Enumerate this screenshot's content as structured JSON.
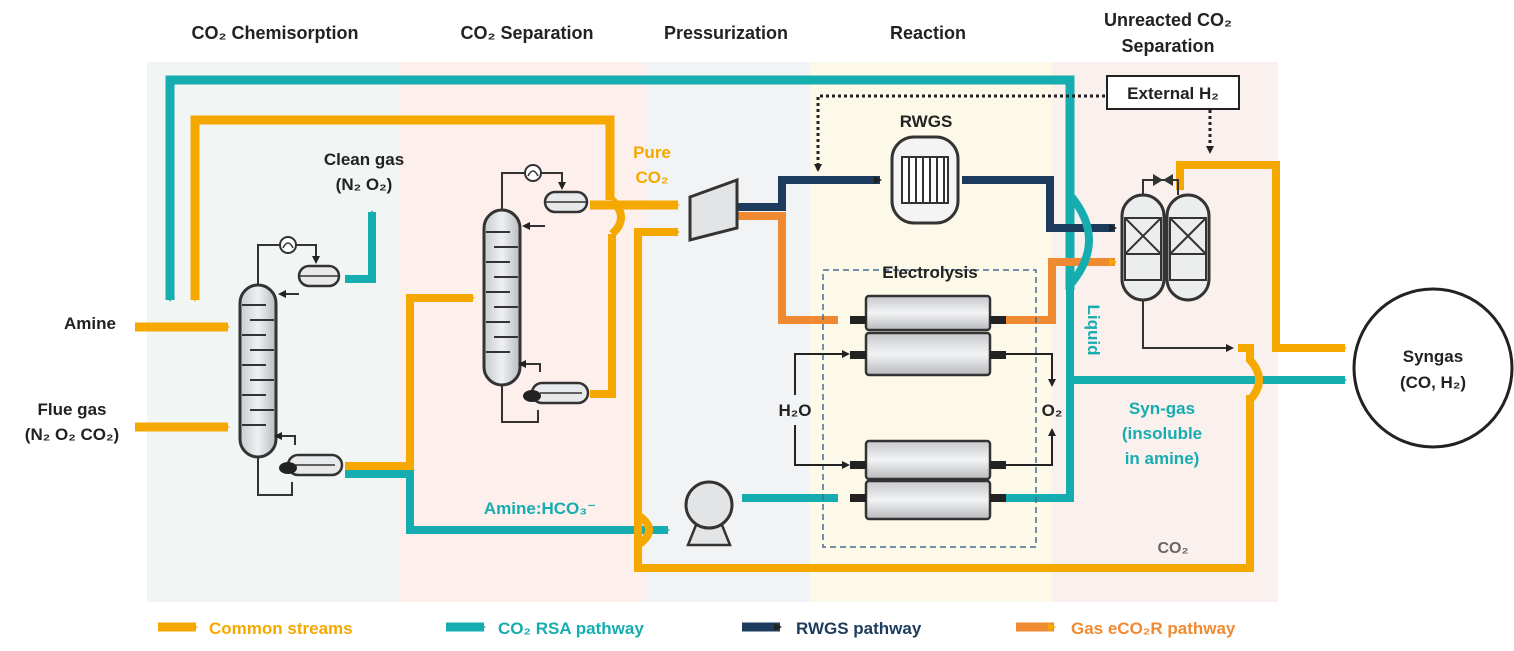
{
  "stages": {
    "chemisorption": "CO₂ Chemisorption",
    "separation": "CO₂ Separation",
    "pressurization": "Pressurization",
    "reaction": "Reaction",
    "unreacted_line1": "Unreacted CO₂",
    "unreacted_line2": "Separation"
  },
  "labels": {
    "clean_gas_line1": "Clean gas",
    "clean_gas_line2": "(N₂ O₂)",
    "amine": "Amine",
    "flue_gas_line1": "Flue gas",
    "flue_gas_line2": "(N₂ O₂ CO₂)",
    "pure_line1": "Pure",
    "pure_line2": "CO₂",
    "rwgs": "RWGS",
    "external_h2": "External H₂",
    "electrolysis": "Electrolysis",
    "liquid": "Liquid",
    "h2o": "H₂O",
    "o2": "O₂",
    "amine_hco3": "Amine:HCO₃⁻",
    "syngas_out_line1": "Syn-gas",
    "syngas_out_line2": "(insoluble",
    "syngas_out_line3": "in amine)",
    "co2_bottom": "CO₂",
    "syngas_line1": "Syngas",
    "syngas_line2": "(CO, H₂)"
  },
  "legend": [
    {
      "label": "Common streams",
      "color": "#f5a800"
    },
    {
      "label": "CO₂ RSA pathway",
      "color": "#16adb1"
    },
    {
      "label": "RWGS pathway",
      "color": "#1d3c5d"
    },
    {
      "label": "Gas eCO₂R pathway",
      "color": "#f08a32"
    }
  ],
  "colors": {
    "common": "#f5a800",
    "rsa": "#16adb1",
    "rwgs": "#1d3c5d",
    "eco2r": "#f08a32"
  }
}
